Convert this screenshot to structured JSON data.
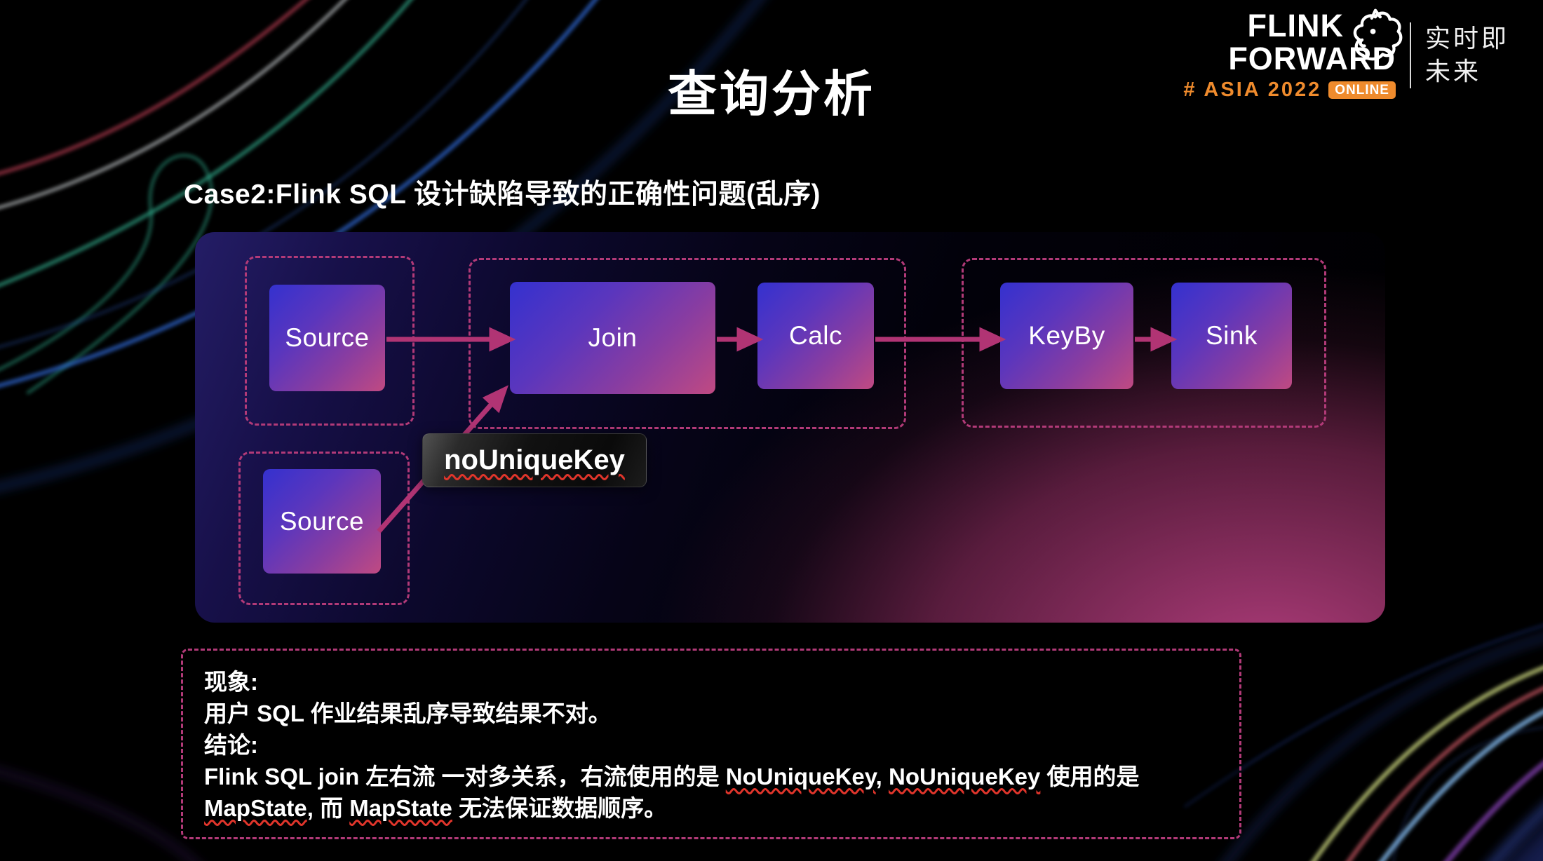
{
  "header": {
    "logo": {
      "brand_line1": "FLINK",
      "brand_line2": "FORWARD",
      "edition": "# ASIA 2022",
      "badge": "ONLINE",
      "tagline_line1": "实时即",
      "tagline_line2": "未来"
    }
  },
  "title": "查询分析",
  "subtitle": "Case2:Flink SQL 设计缺陷导致的正确性问题(乱序)",
  "diagram": {
    "nodes": {
      "source_top": "Source",
      "source_bottom": "Source",
      "join": "Join",
      "calc": "Calc",
      "keyby": "KeyBy",
      "sink": "Sink"
    },
    "edge_label": "noUniqueKey"
  },
  "notes": {
    "phenomenon_label": "现象:",
    "phenomenon_text": "用户 SQL 作业结果乱序导致结果不对。",
    "conclusion_label": "结论:",
    "conclusion_segments": [
      {
        "t": "Flink SQL join 左右流 一对多关系，右流使用的是 ",
        "u": false
      },
      {
        "t": "NoUniqueKey",
        "u": true
      },
      {
        "t": ", ",
        "u": false
      },
      {
        "t": "NoUniqueKey",
        "u": true
      },
      {
        "t": " 使用的是 ",
        "u": false
      },
      {
        "t": "MapState",
        "u": true
      },
      {
        "t": ", 而 ",
        "u": false
      },
      {
        "t": "MapState",
        "u": true
      },
      {
        "t": " 无法保证数据顺序。",
        "u": false
      }
    ]
  },
  "icons": {
    "logo_icon": "flink-squirrel-outline"
  },
  "colors": {
    "accent": "#b23a78",
    "arrow": "#b13474",
    "orange": "#ef8b2d",
    "underline-red": "#e0352b",
    "node-blue": "#3431cf",
    "node-pink": "#c04a82",
    "panel-indigo": "#241d66"
  }
}
